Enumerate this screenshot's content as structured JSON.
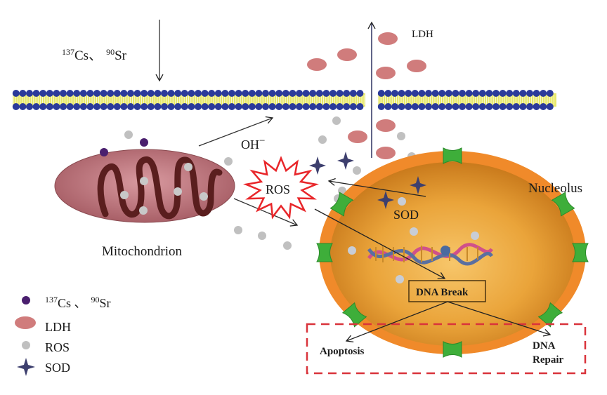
{
  "diagram": {
    "title_label": "137Cs、90Sr",
    "entry_label": {
      "sup1": "137",
      "el1": "Cs",
      "sep": "、",
      "sup2": "90",
      "el2": "Sr"
    },
    "ldh_label": "LDH",
    "oh_label": "OH",
    "oh_charge": "−",
    "ros_label": "ROS",
    "sod_label": "SOD",
    "nucleolus_label": "Nucleolus",
    "mitochondrion_label": "Mitochondrion",
    "dna_break_label": "DNA Break",
    "apoptosis_label": "Apoptosis",
    "dna_repair_label_line1": "DNA",
    "dna_repair_label_line2": "Repair"
  },
  "legend": {
    "items": [
      {
        "key": "cs-sr",
        "sup1": "137",
        "el1": "Cs",
        "sep": " 、",
        "sup2": "90",
        "el2": "Sr",
        "symbol": "purple-dot-icon"
      },
      {
        "key": "ldh",
        "label": "LDH",
        "symbol": "pink-ellipse-icon"
      },
      {
        "key": "ros",
        "label": "ROS",
        "symbol": "gray-dot-icon"
      },
      {
        "key": "sod",
        "label": "SOD",
        "symbol": "four-point-star-icon"
      }
    ]
  },
  "colors": {
    "membrane_head": "#2b3a9a",
    "membrane_tail": "#e8e86a",
    "ldh": "#d07c7c",
    "ros": "#c0c0c0",
    "cs_sr": "#4a1f6e",
    "sod": "#3d3f6e",
    "mito_fill": "#b86a72",
    "mito_cristae": "#5a1e1e",
    "nucleus_outer": "#f08a2a",
    "nucleus_inner": "#e8a030",
    "pore": "#3eae3a",
    "ros_burst": "#e8262a",
    "dashed_box": "#d9333b",
    "arrow": "#222222"
  }
}
